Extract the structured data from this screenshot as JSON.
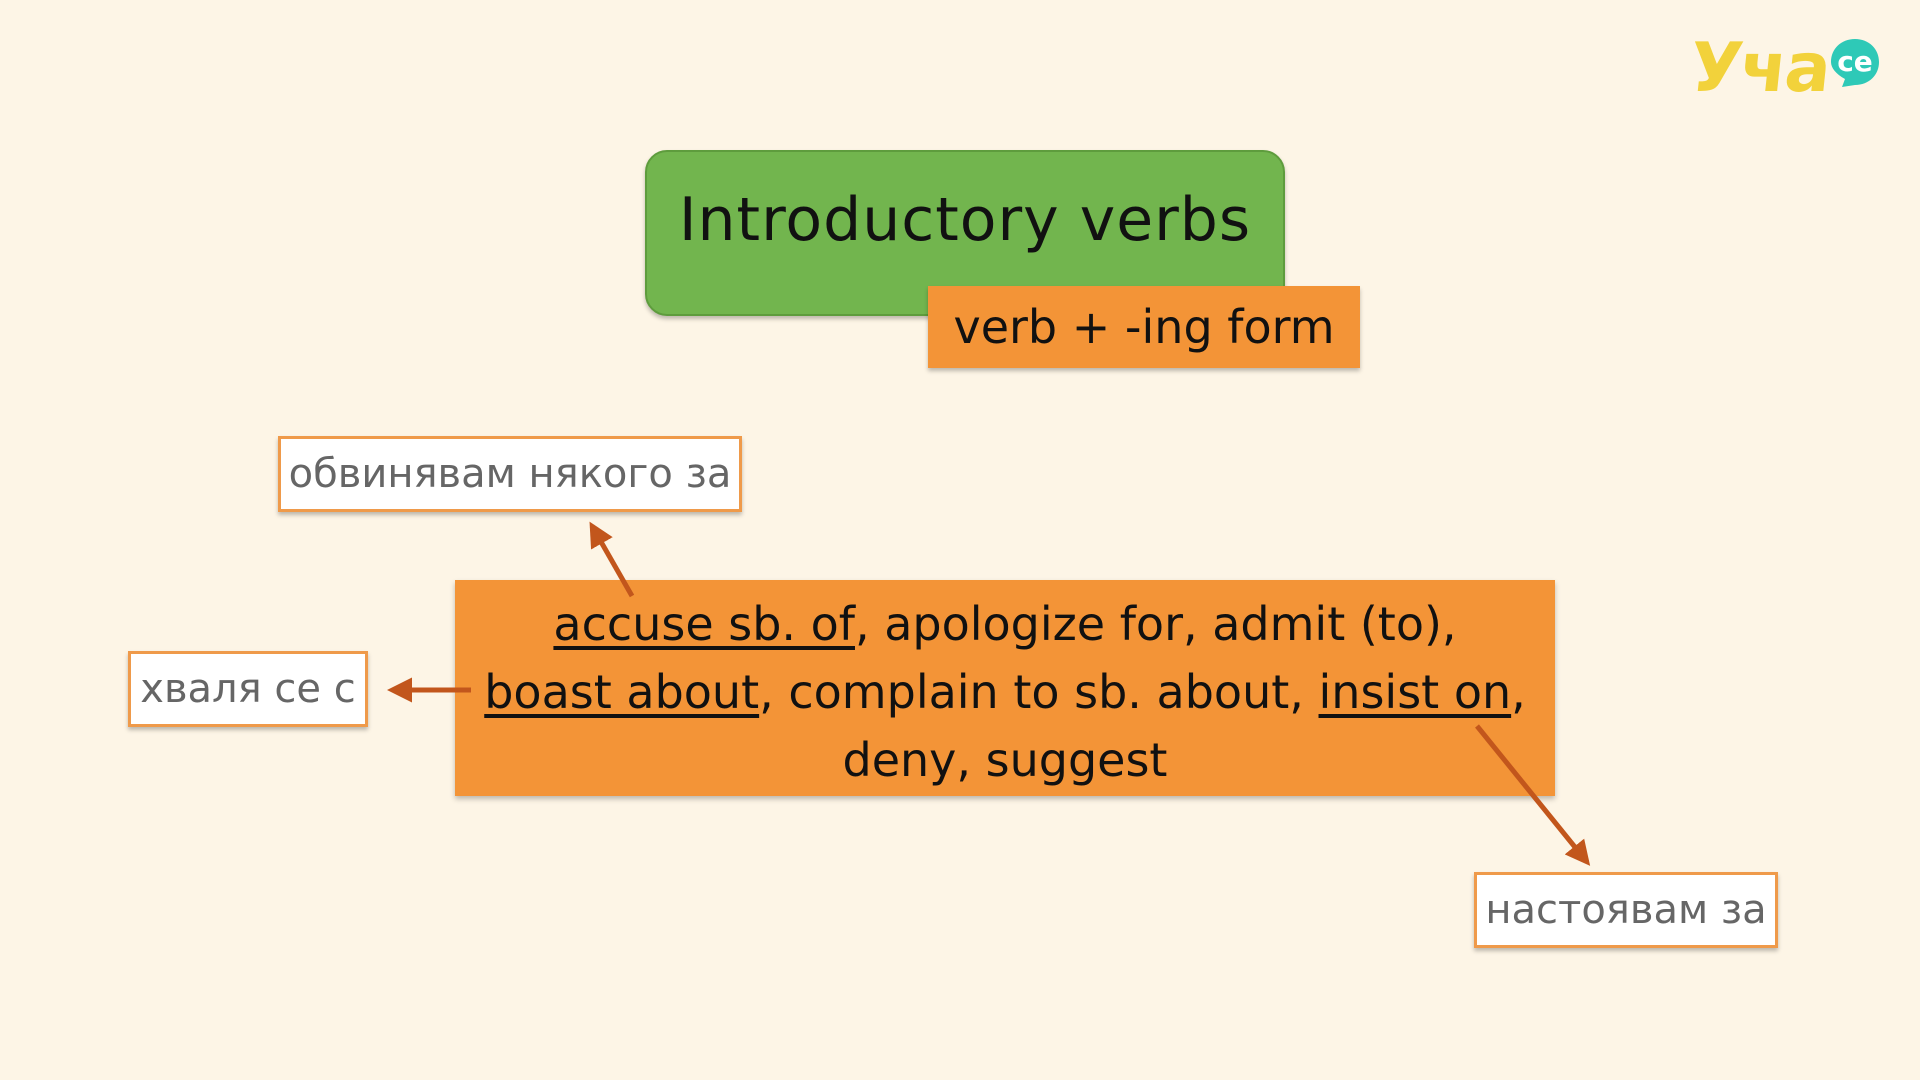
{
  "logo": {
    "text": "Уча",
    "badge": "се",
    "colors": {
      "text": "#f2d23b",
      "badge": "#2ec9b7"
    }
  },
  "title": "Introductory verbs",
  "subtitle": "verb + -ing form",
  "main": {
    "line1": {
      "u1": "accuse sb. of",
      "t1": ", apologize for, admit (to),"
    },
    "line2": {
      "u1": "boast about",
      "t1": ", complain to sb. about, ",
      "u2": "insist on",
      "t2": ","
    },
    "line3": "deny, suggest"
  },
  "translations": {
    "accuse": "обвинявам някого за",
    "boast": "хваля се с",
    "insist": "настоявам за"
  },
  "colors": {
    "background": "#fdf5e6",
    "title_box": "#72b54e",
    "orange": "#f39437",
    "arrow": "#c2561c",
    "translation_border": "#ef9a4a"
  }
}
